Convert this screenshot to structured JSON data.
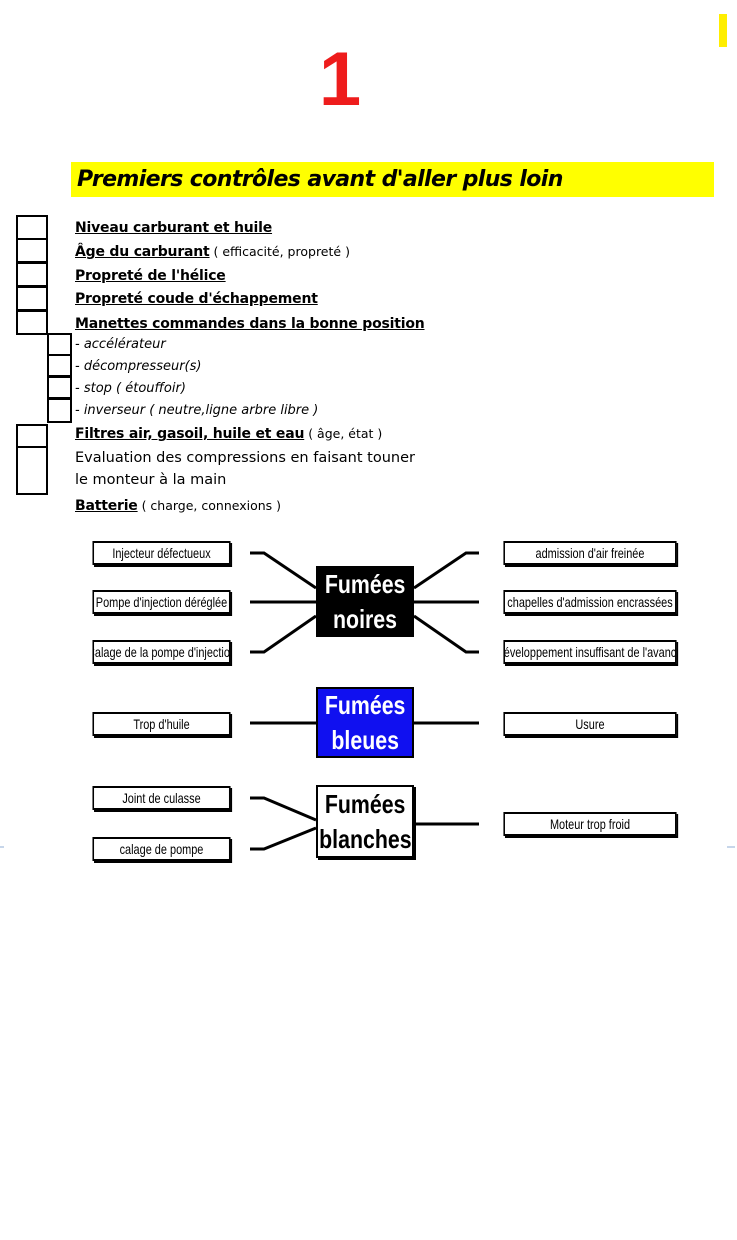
{
  "page": {
    "number": "1"
  },
  "colors": {
    "page_number": "#ee1c1c",
    "title_highlight": "#ffff00",
    "corner_mark": "#ffee00",
    "hub_black": "#000000",
    "hub_blue": "#1010f0",
    "hub_white": "#ffffff"
  },
  "title": "Premiers contrôles avant d'aller plus loin",
  "checklist": [
    {
      "label": "Niveau carburant et huile",
      "note": ""
    },
    {
      "label": "Âge du carburant",
      "note": " ( efficacité, propreté )"
    },
    {
      "label": "Propreté de l'hélice",
      "note": ""
    },
    {
      "label": "Propreté coude d'échappement",
      "note": ""
    },
    {
      "label": "Manettes commandes dans la bonne position",
      "note": ""
    }
  ],
  "sub_items": [
    "- accélérateur",
    "- décompresseur(s)",
    "- stop ( étouffoir)",
    "- inverseur ( neutre,ligne arbre libre )"
  ],
  "filters": {
    "label": "Filtres air, gasoil, huile et eau",
    "note": " ( âge, état )"
  },
  "compression": [
    "Evaluation des compressions en faisant touner",
    "le monteur à la main"
  ],
  "battery": {
    "label": "Batterie",
    "note": " ( charge, connexions )"
  },
  "diagram": {
    "black": {
      "title": [
        "Fumées",
        "noires"
      ],
      "left": [
        "Injecteur défectueux",
        "Pompe d'injection déréglée",
        "Calage de la pompe d'injection"
      ],
      "right": [
        "admission d'air freinée",
        "chapelles d'admission encrassées",
        "développement insuffisant de l'avance"
      ]
    },
    "blue": {
      "title": [
        "Fumées",
        "bleues"
      ],
      "left": [
        "Trop d'huile"
      ],
      "right": [
        "Usure"
      ]
    },
    "white": {
      "title": [
        "Fumées",
        "blanches"
      ],
      "left": [
        "Joint de culasse",
        "calage de pompe"
      ],
      "right": [
        "Moteur trop froid"
      ]
    }
  }
}
